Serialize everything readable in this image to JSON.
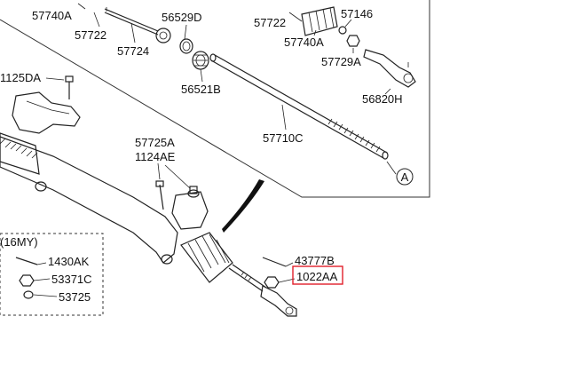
{
  "diagram": {
    "labels": [
      {
        "id": "l1",
        "text": "57740A"
      },
      {
        "id": "l2",
        "text": "57722"
      },
      {
        "id": "l3",
        "text": "57724"
      },
      {
        "id": "l4",
        "text": "56529D"
      },
      {
        "id": "l5",
        "text": "57722"
      },
      {
        "id": "l6",
        "text": "57146"
      },
      {
        "id": "l7",
        "text": "57740A"
      },
      {
        "id": "l8",
        "text": "57729A"
      },
      {
        "id": "l9",
        "text": "56521B"
      },
      {
        "id": "l10",
        "text": "56820H"
      },
      {
        "id": "l11",
        "text": "1125DA"
      },
      {
        "id": "l12",
        "text": "57710C"
      },
      {
        "id": "l13",
        "text": "57725A"
      },
      {
        "id": "l14",
        "text": "1124AE"
      },
      {
        "id": "l15",
        "text": "(16MY)"
      },
      {
        "id": "l16",
        "text": "1430AK"
      },
      {
        "id": "l17",
        "text": "53371C"
      },
      {
        "id": "l18",
        "text": "53725"
      },
      {
        "id": "l19",
        "text": "43777B"
      },
      {
        "id": "l20",
        "text": "1022AA"
      }
    ],
    "callout": "A",
    "highlight_color": "#e0202a"
  }
}
